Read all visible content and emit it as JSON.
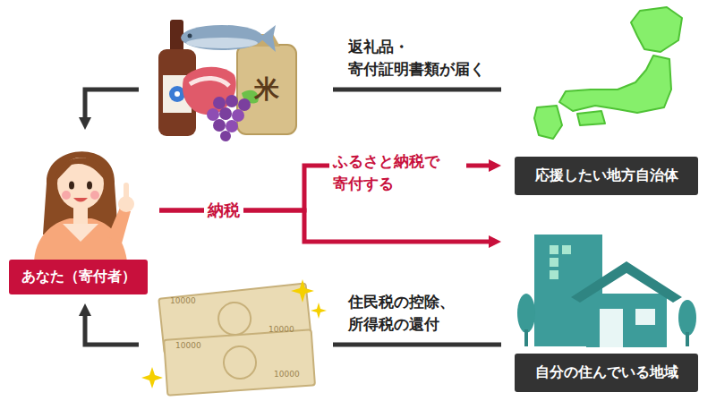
{
  "diagram": {
    "nodes": [
      {
        "text": [
          "あなた（寄付者）"
        ]
      },
      {
        "text": [
          "応援したい地方自治体"
        ]
      },
      {
        "text": [
          "自分の住んでいる地域"
        ]
      }
    ],
    "edges": [
      {
        "from": 0,
        "to": 1,
        "arrow": "to",
        "label": "ふるさと納税で 寄付する"
      },
      {
        "from": 0,
        "to": 2,
        "arrow": "to",
        "label": "納税"
      },
      {
        "from": 1,
        "to": 0,
        "arrow": "to",
        "label": "返礼品・ 寄付証明書類が届く"
      },
      {
        "from": 2,
        "to": 0,
        "arrow": "to",
        "label": "住民税の控除、 所得税の還付"
      }
    ],
    "labels": [
      "米",
      "10000",
      "10000",
      "10000",
      "10000"
    ]
  }
}
